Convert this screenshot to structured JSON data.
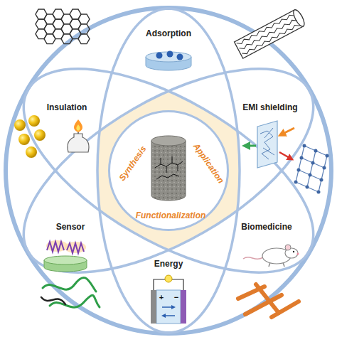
{
  "diagram": {
    "nodes": [
      {
        "text": [
          "Synthesis",
          "Application",
          "Functionalization"
        ]
      }
    ],
    "labels": [
      "Adsorption",
      "Insulation",
      "EMI shielding",
      "Sensor",
      "Biomedicine",
      "Energy",
      "+",
      "−"
    ]
  }
}
